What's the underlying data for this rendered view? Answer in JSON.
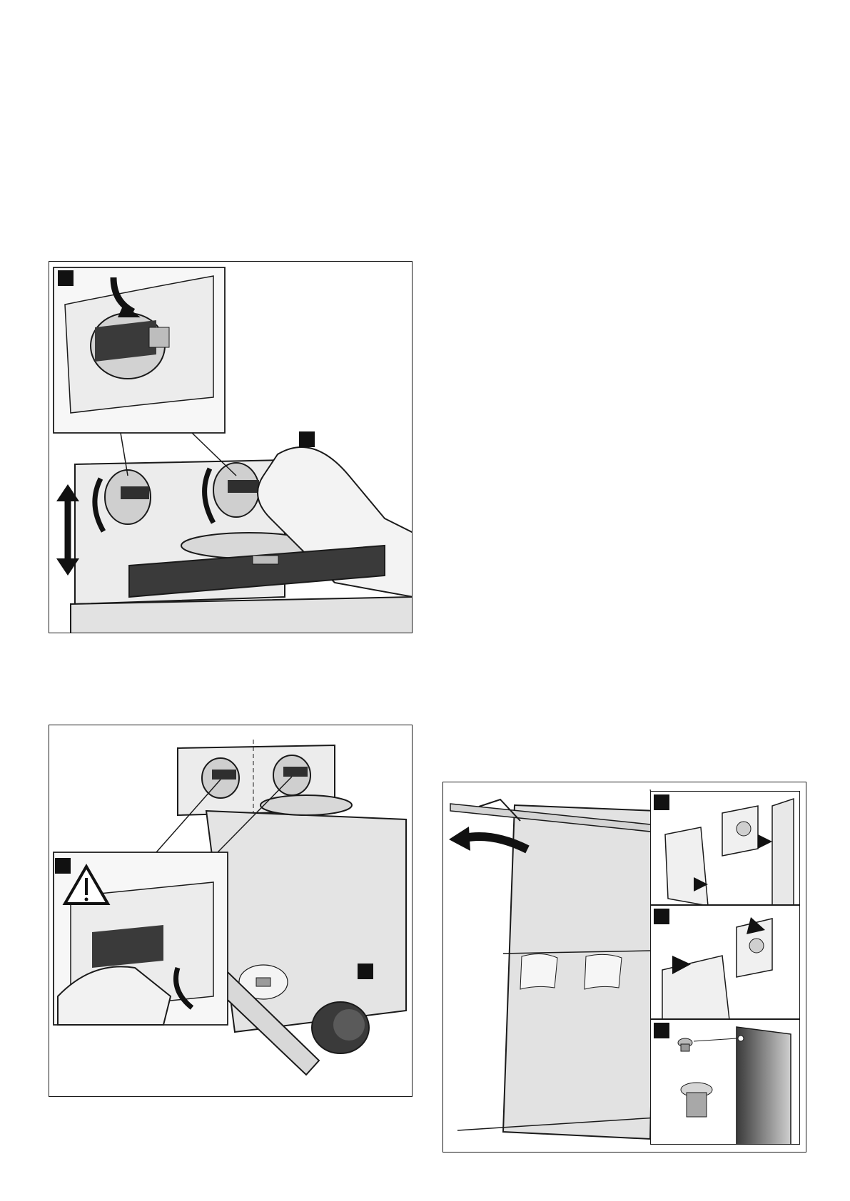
{
  "document": {
    "description_free": true,
    "figures": [
      {
        "id": "fig-1",
        "step_markers": 2
      },
      {
        "id": "fig-2",
        "step_markers": 2,
        "warning_symbol": "warning-triangle-icon"
      },
      {
        "id": "fig-3",
        "step_markers": 3
      }
    ]
  },
  "colors": {
    "ink": "#1a1a1a",
    "marker": "#111111",
    "panel_fill": "#e6e6e6",
    "dark_part": "#3a3a3a"
  }
}
